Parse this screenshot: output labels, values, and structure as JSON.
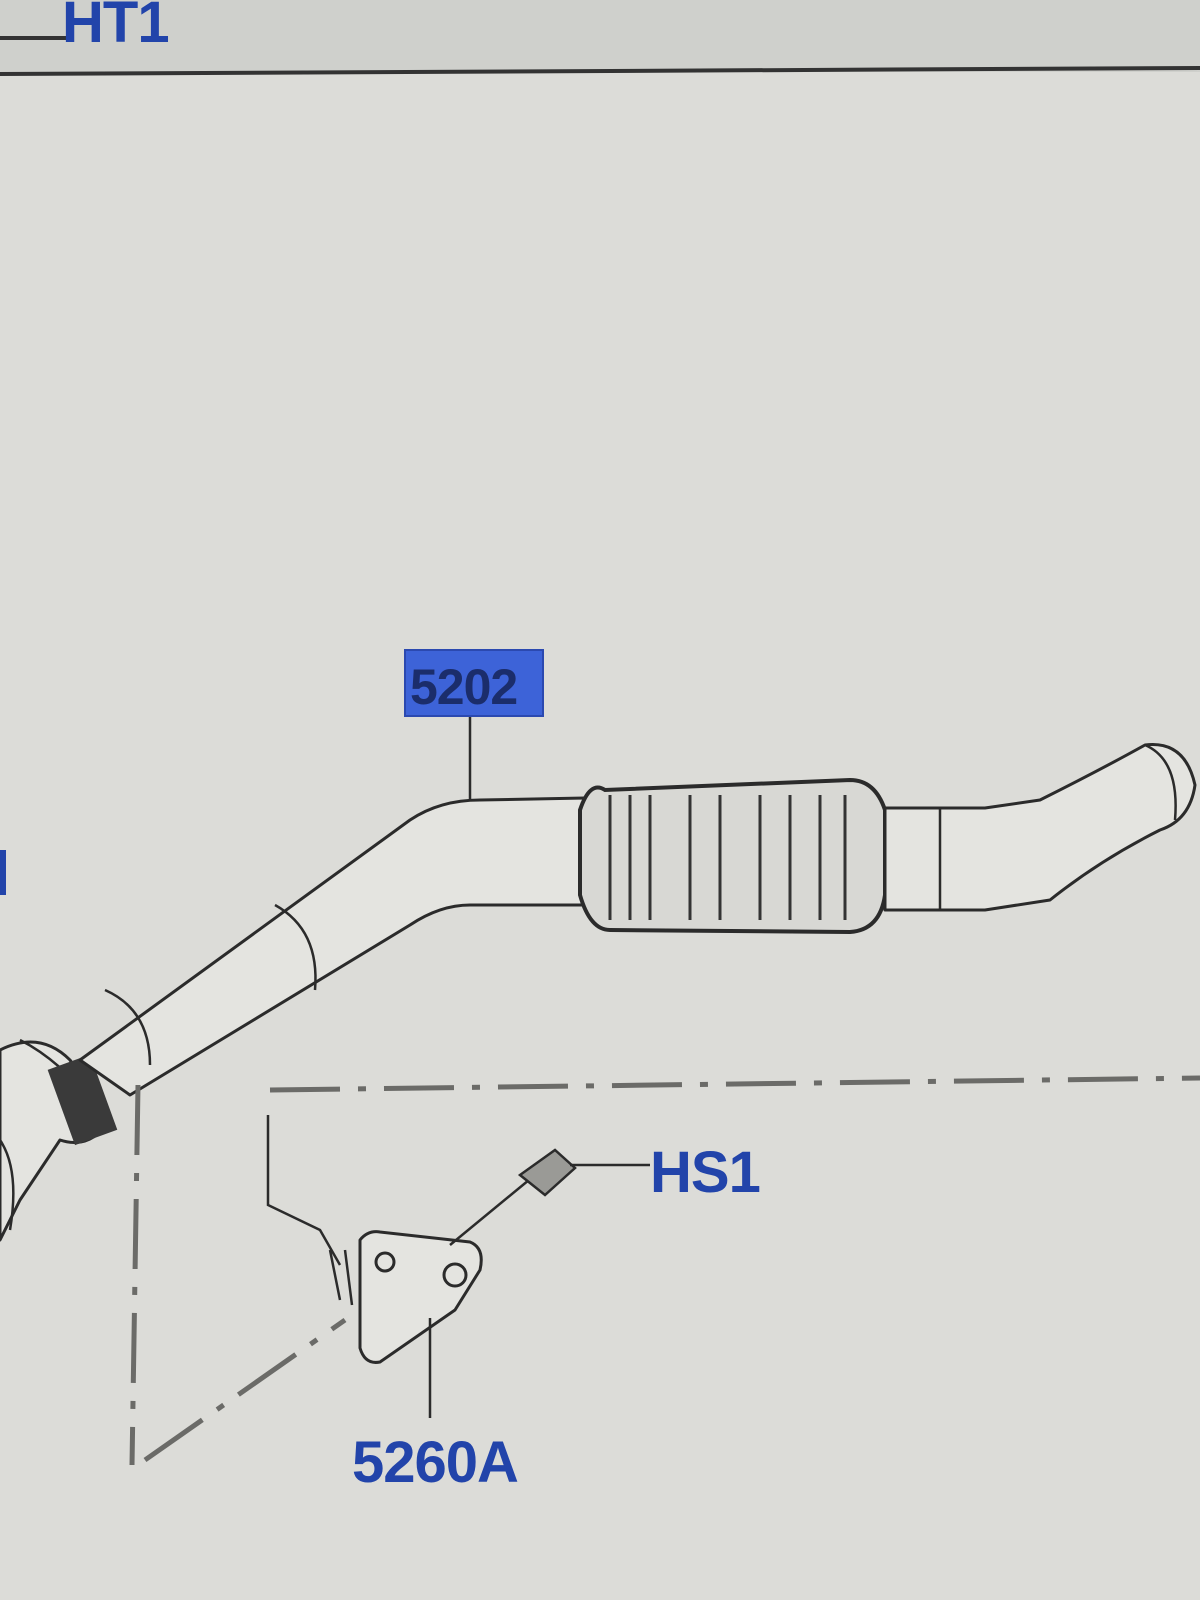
{
  "callouts": {
    "top_left": "HT1",
    "pipe": "5202",
    "stud": "HS1",
    "bracket": "5260A"
  },
  "colors": {
    "callout_text": "#2244aa",
    "highlight_box": "#3d63d8",
    "background": "#cfd0cc"
  }
}
